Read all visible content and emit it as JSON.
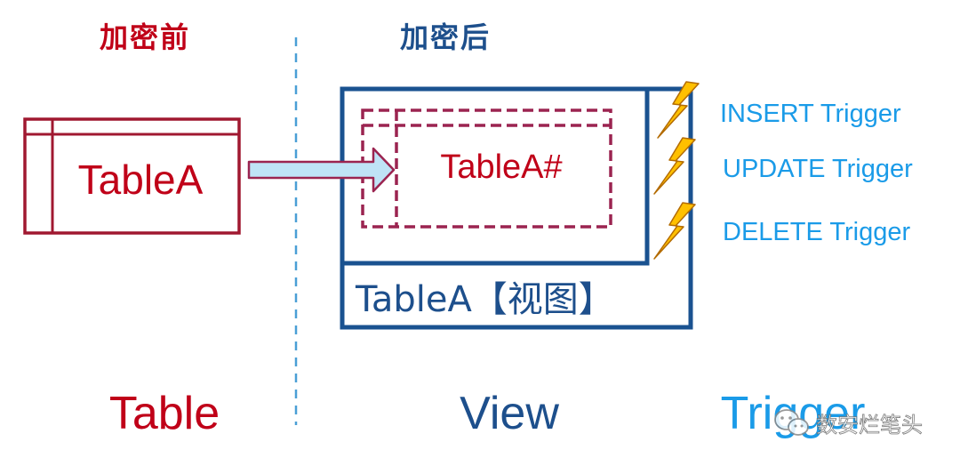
{
  "headings": {
    "before": "加密前",
    "after": "加密后"
  },
  "table_box": {
    "label": "TableA"
  },
  "view_box": {
    "inner_label": "TableA#",
    "caption": "TableA【视图】"
  },
  "triggers": [
    {
      "label": "INSERT Trigger"
    },
    {
      "label": "UPDATE Trigger"
    },
    {
      "label": "DELETE Trigger"
    }
  ],
  "bottom_labels": {
    "table": "Table",
    "view": "View",
    "trigger": "Trigger"
  },
  "watermark": {
    "text": "数安烂笔头"
  },
  "colors": {
    "red": "#c00018",
    "dark_red": "#a01830",
    "navy": "#1d4f8c",
    "view_border": "#1a5290",
    "light_blue": "#1a9be8",
    "divider": "#4a9fd6",
    "arrow_fill": "#bfe3f6",
    "arrow_stroke": "#9b2450",
    "bolt_fill": "#ffc000",
    "bolt_stroke": "#b36b00"
  },
  "icons": {
    "arrow": "right-arrow-icon",
    "bolt": "lightning-bolt-icon",
    "watermark": "wechat-logo-icon"
  }
}
